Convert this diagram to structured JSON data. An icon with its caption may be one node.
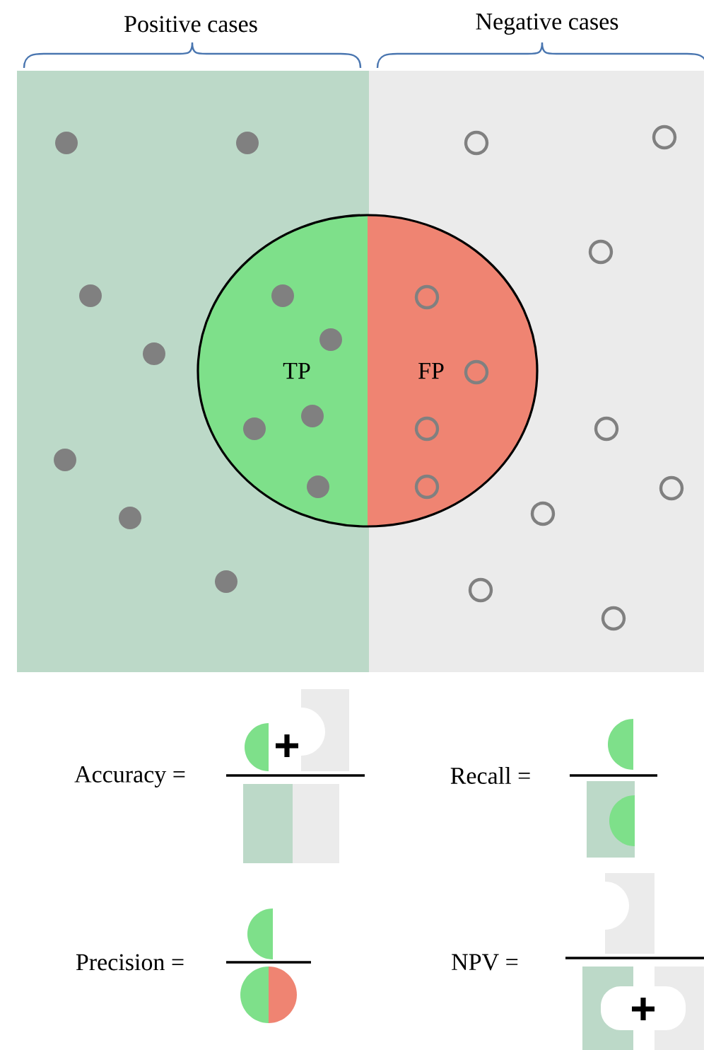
{
  "diagram": {
    "nodes": [
      {
        "text": [
          "Positive cases"
        ]
      },
      {
        "text": [
          "Negative cases"
        ]
      },
      {
        "text": [
          "TP"
        ],
        "in": 0
      },
      {
        "text": [
          "FP"
        ],
        "in": 1
      }
    ],
    "labels": [
      "Accuracy =",
      "Recall =",
      "Precision =",
      "NPV ="
    ]
  }
}
